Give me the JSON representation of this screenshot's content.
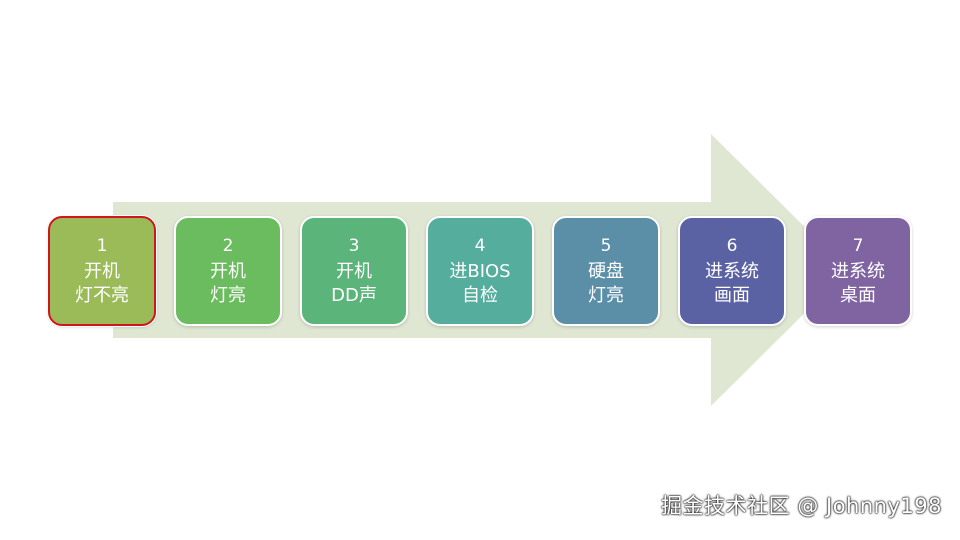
{
  "colors": {
    "arrow": "#dfe6d2",
    "active_border": "#d0161c",
    "background": "#ffffff"
  },
  "steps": [
    {
      "num": "1",
      "line1": "开机",
      "line2": "灯不亮",
      "color": "#9bbb59",
      "active": true
    },
    {
      "num": "2",
      "line1": "开机",
      "line2": "灯亮",
      "color": "#6bbb5f",
      "active": false
    },
    {
      "num": "3",
      "line1": "开机",
      "line2": "DD声",
      "color": "#5bb57a",
      "active": false
    },
    {
      "num": "4",
      "line1": "进BIOS",
      "line2": "自检",
      "color": "#55ad9e",
      "active": false
    },
    {
      "num": "5",
      "line1": "硬盘",
      "line2": "灯亮",
      "color": "#5b8fa8",
      "active": false
    },
    {
      "num": "6",
      "line1": "进系统",
      "line2": "画面",
      "color": "#5b62a4",
      "active": false
    },
    {
      "num": "7",
      "line1": "进系统",
      "line2": "桌面",
      "color": "#8064a2",
      "active": false
    }
  ],
  "watermark": "掘金技术社区 @ Johnny198"
}
